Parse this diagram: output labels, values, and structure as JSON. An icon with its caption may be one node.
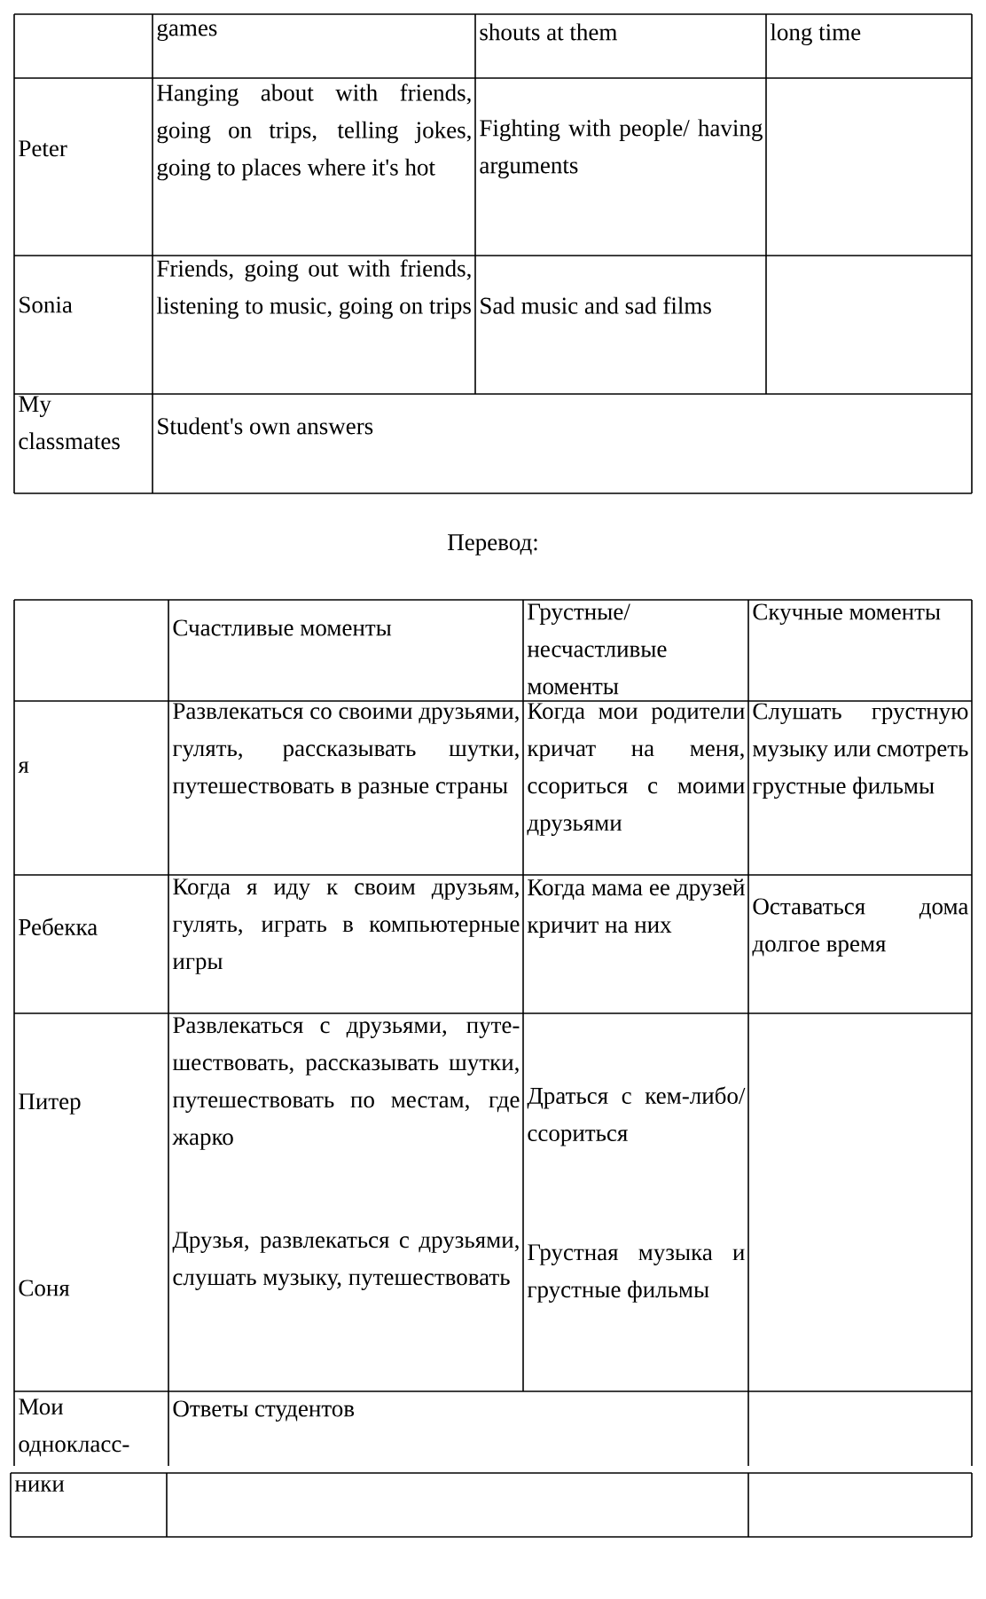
{
  "diagram": {
    "labels": [
      "games",
      "shouts at them",
      "long time",
      "Peter",
      "Hanging about with friends, going on trips, telling jokes, going to places where it's hot",
      "Fighting with people/ having arguments",
      "Sonia",
      "Friends, going out with friends, listening to music, going on trips",
      "Sad music and sad films",
      "My classmates",
      "Student's own answers",
      "Перевод:",
      "Счастливые моменты",
      "Грустные/ несчастливые моменты",
      "Скучные моменты",
      "я",
      "Развлекаться со своими друзьями, гулять, рассказывать шутки, путешествовать в разные страны",
      "Когда мои родители кричат на меня, ссориться с моими друзьями",
      "Слушать грустную музыку или смотреть грустные фильмы",
      "Ребекка",
      "Когда я иду к своим друзьям, гулять, играть в компьютерные игры",
      "Когда мама ее друзей кричит на них",
      "Оставаться дома долгое время",
      "Питер",
      "Развлекаться с друзьями, путе-шествовать, рассказывать шутки, путешествовать по местам, где жарко",
      "Драться с кем-либо/ ссориться",
      "Соня",
      "Друзья, развлекаться с друзьями, слушать музыку, путешествовать",
      "Грустная музыка и грустные фильмы",
      "Мои однокласс-",
      "Ответы студентов",
      "ники"
    ]
  }
}
